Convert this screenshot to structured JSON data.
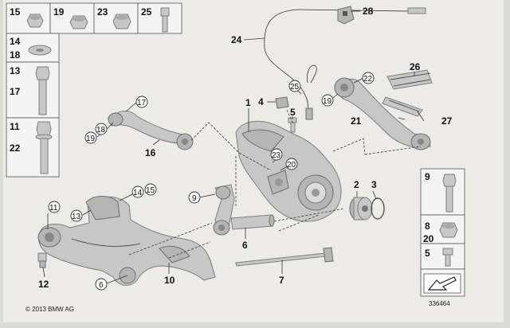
{
  "callouts": {
    "c1": "1",
    "c2": "2",
    "c3": "3",
    "c4": "4",
    "c5": "5",
    "c6": "6",
    "c7": "7",
    "c10": "10",
    "c12": "12",
    "c16": "16",
    "c21": "21",
    "c24": "24",
    "c26": "26",
    "c27": "27",
    "c28": "28",
    "circ6": "6",
    "circ9": "9",
    "circ11": "11",
    "circ13": "13",
    "circ14": "14",
    "circ15": "15",
    "circ17": "17",
    "circ18": "18",
    "circ19a": "19",
    "circ19b": "19",
    "circ20": "20",
    "circ22": "22",
    "circ23": "23",
    "circ25": "25"
  },
  "legend_top": {
    "c15": "15",
    "c19": "19",
    "c23": "23",
    "c25": "25"
  },
  "legend_left": {
    "c14": "14",
    "c18": "18",
    "c13": "13",
    "c17": "17",
    "c11": "11",
    "c22": "22"
  },
  "legend_right": {
    "c9": "9",
    "c8": "8",
    "c20": "20",
    "c5": "5"
  },
  "copyright": "© 2013 BMW AG",
  "diagram_id": "336464"
}
